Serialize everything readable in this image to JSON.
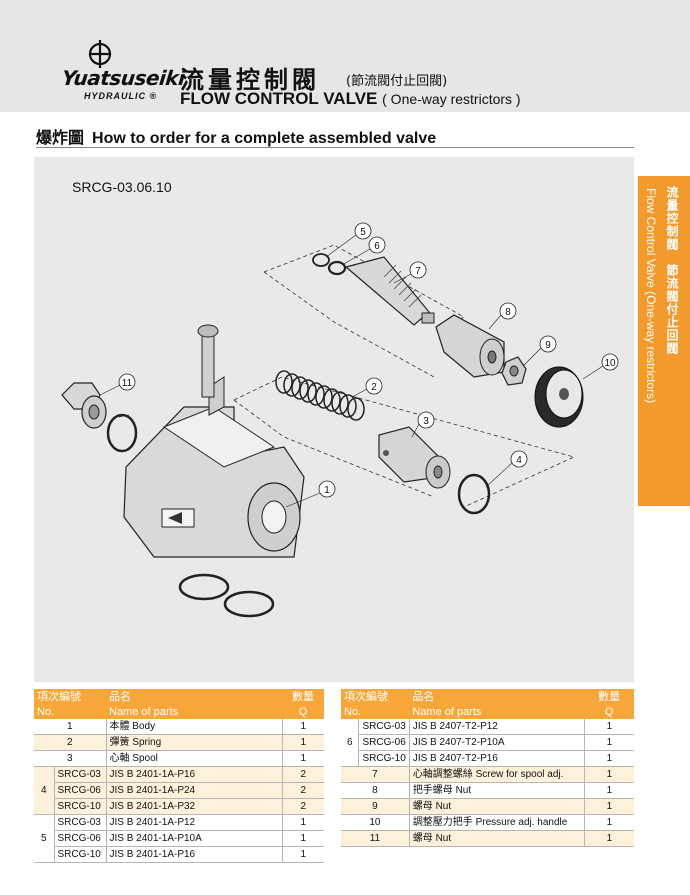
{
  "brand": {
    "name": "Yuatsuseiki",
    "sub": "HYDRAULIC ®"
  },
  "title": {
    "zh": "流量控制閥",
    "zh_sub": "(節流閥付止回閥)",
    "en": "FLOW CONTROL VALVE",
    "en_sub": "( One-way restrictors )"
  },
  "section": {
    "zh": "爆炸圖",
    "en": "How to order for a complete assembled valve"
  },
  "side_tab": {
    "zh": "流量控制閥　節流閥付止回閥",
    "en": "Flow Control Valve (One-way restrictors)"
  },
  "model": "SRCG-03.06.10",
  "callouts": [
    "1",
    "2",
    "3",
    "4",
    "5",
    "6",
    "7",
    "8",
    "9",
    "10",
    "11"
  ],
  "table_headers": {
    "no_zh": "項次編號",
    "no_en": "No.",
    "name_zh": "品名",
    "name_en": "Name of parts",
    "q_zh": "數量",
    "q_en": "Q"
  },
  "left_rows": [
    {
      "no": "1",
      "sub": "",
      "name": "本體 Body",
      "q": "1"
    },
    {
      "no": "2",
      "sub": "",
      "name": "彈簧 Spring",
      "q": "1"
    },
    {
      "no": "3",
      "sub": "",
      "name": "心軸 Spool",
      "q": "1"
    },
    {
      "no": "",
      "sub": "SRCG-03",
      "name": "JIS B 2401-1A-P16",
      "q": "2"
    },
    {
      "no": "4",
      "sub": "SRCG-06",
      "name": "JIS B 2401-1A-P24",
      "q": "2"
    },
    {
      "no": "",
      "sub": "SRCG-10",
      "name": "JIS B 2401-1A-P32",
      "q": "2"
    },
    {
      "no": "",
      "sub": "SRCG-03",
      "name": "JIS B 2401-1A-P12",
      "q": "1"
    },
    {
      "no": "5",
      "sub": "SRCG-06",
      "name": "JIS B 2401-1A-P10A",
      "q": "1"
    },
    {
      "no": "",
      "sub": "SRCG-10",
      "name": "JIS B 2401-1A-P16",
      "q": "1"
    }
  ],
  "right_rows": [
    {
      "no": "",
      "sub": "SRCG-03",
      "name": "JIS B 2407-T2-P12",
      "q": "1"
    },
    {
      "no": "6",
      "sub": "SRCG-06",
      "name": "JIS B 2407-T2-P10A",
      "q": "1"
    },
    {
      "no": "",
      "sub": "SRCG-10",
      "name": "JIS B 2407-T2-P16",
      "q": "1"
    },
    {
      "no": "7",
      "sub": "",
      "name": "心軸調整螺絲 Screw for spool adj.",
      "q": "1"
    },
    {
      "no": "8",
      "sub": "",
      "name": "把手螺母 Nut",
      "q": "1"
    },
    {
      "no": "9",
      "sub": "",
      "name": "螺母 Nut",
      "q": "1"
    },
    {
      "no": "10",
      "sub": "",
      "name": "調整壓力把手 Pressure adj. handle",
      "q": "1"
    },
    {
      "no": "11",
      "sub": "",
      "name": "螺母 Nut",
      "q": "1"
    }
  ],
  "colors": {
    "accent": "#f7a739",
    "tab": "#f29a2e",
    "row_shade": "#fdf1dc",
    "diagram_bg": "#e9e9e9"
  }
}
